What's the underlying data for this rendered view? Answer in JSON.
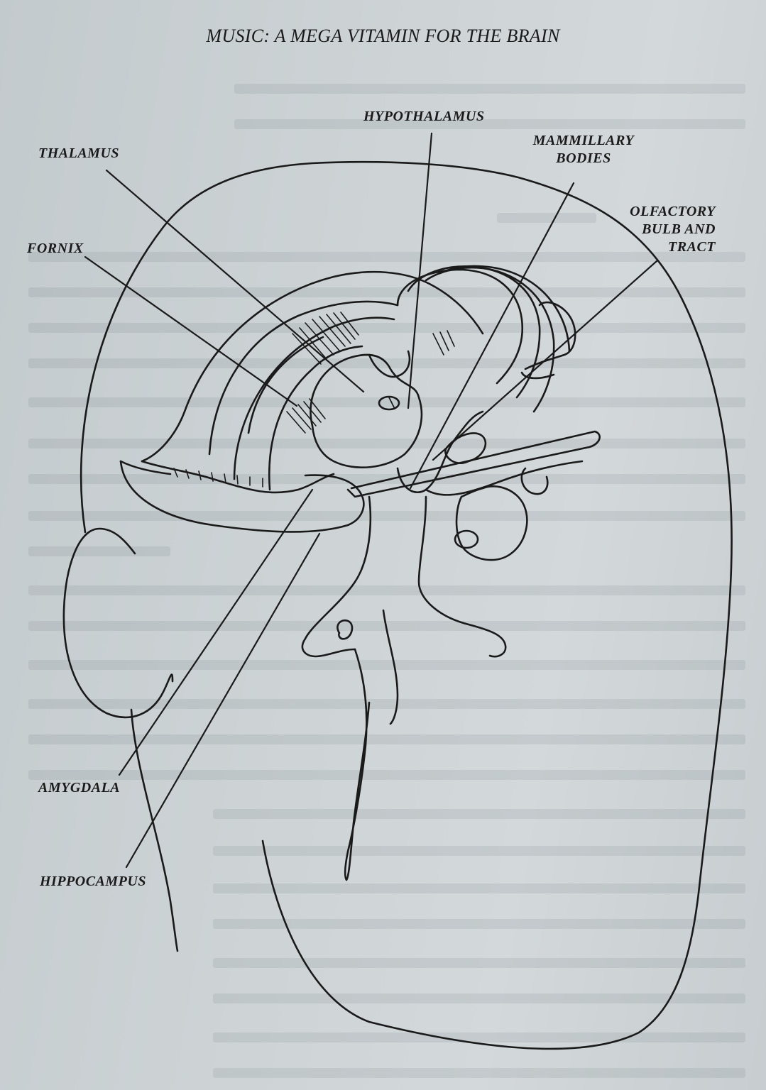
{
  "page": {
    "running_head": "MUSIC: A MEGA VITAMIN FOR THE BRAIN"
  },
  "figure": {
    "labels": {
      "hypothalamus": "HYPOTHALAMUS",
      "thalamus": "THALAMUS",
      "mammillary_bodies_line1": "MAMMILLARY",
      "mammillary_bodies_line2": "BODIES",
      "olfactory_line1": "OLFACTORY",
      "olfactory_line2": "BULB AND",
      "olfactory_line3": "TRACT",
      "fornix": "FORNIX",
      "amygdala": "AMYGDALA",
      "hippocampus": "HIPPOCAMPUS"
    }
  },
  "colors": {
    "paper": "#cdd3d5",
    "ink": "#1a1a1a"
  }
}
